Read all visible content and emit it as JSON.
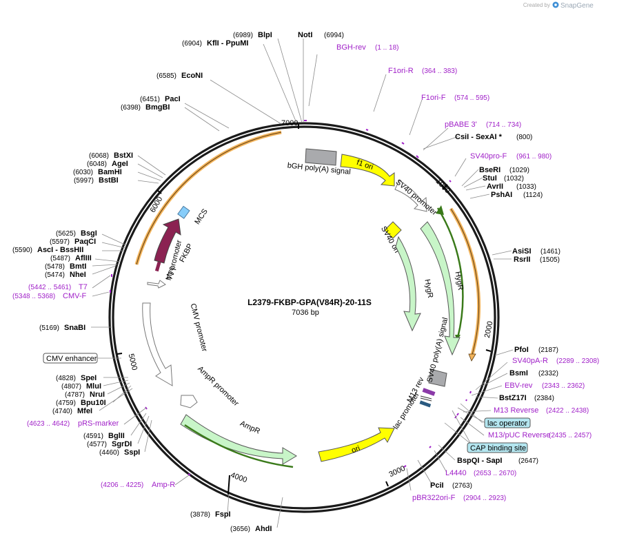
{
  "app": {
    "created_by": "Created by",
    "product": "SnapGene"
  },
  "plasmid": {
    "name": "L2379-FKBP-GPA(V84R)-20-11S",
    "length": "7036 bp"
  },
  "ticks": [
    "1000",
    "2000",
    "3000",
    "4000",
    "5000",
    "6000",
    "7000"
  ],
  "enzymes": [
    {
      "name": "NotI",
      "coord": "(6994)"
    },
    {
      "name": "BlpI",
      "coord": "(6989)"
    },
    {
      "name": "KflI - PpuMI",
      "coord": "(6904)"
    },
    {
      "name": "EcoNI",
      "coord": "(6585)"
    },
    {
      "name": "PacI",
      "coord": "(6451)"
    },
    {
      "name": "BmgBI",
      "coord": "(6398)"
    },
    {
      "name": "BstXI",
      "coord": "(6068)"
    },
    {
      "name": "AgeI",
      "coord": "(6048)"
    },
    {
      "name": "BamHI",
      "coord": "(6030)"
    },
    {
      "name": "BstBI",
      "coord": "(5997)"
    },
    {
      "name": "BsgI",
      "coord": "(5625)"
    },
    {
      "name": "PaqCI",
      "coord": "(5597)"
    },
    {
      "name": "AscI - BssHII",
      "coord": "(5590)"
    },
    {
      "name": "AflIII",
      "coord": "(5487)"
    },
    {
      "name": "BmtI",
      "coord": "(5478)"
    },
    {
      "name": "NheI",
      "coord": "(5474)"
    },
    {
      "name": "SnaBI",
      "coord": "(5169)"
    },
    {
      "name": "SpeI",
      "coord": "(4828)"
    },
    {
      "name": "MluI",
      "coord": "(4807)"
    },
    {
      "name": "NruI",
      "coord": "(4787)"
    },
    {
      "name": "Bpu10I",
      "coord": "(4759)"
    },
    {
      "name": "MfeI",
      "coord": "(4740)"
    },
    {
      "name": "BglII",
      "coord": "(4591)"
    },
    {
      "name": "SgrDI",
      "coord": "(4577)"
    },
    {
      "name": "SspI",
      "coord": "(4460)"
    },
    {
      "name": "FspI",
      "coord": "(3878)"
    },
    {
      "name": "AhdI",
      "coord": "(3656)"
    },
    {
      "name": "CsiI - SexAI *",
      "coord": "(800)"
    },
    {
      "name": "BseRI",
      "coord": "(1029)"
    },
    {
      "name": "StuI",
      "coord": "(1032)"
    },
    {
      "name": "AvrII",
      "coord": "(1033)"
    },
    {
      "name": "PshAI",
      "coord": "(1124)"
    },
    {
      "name": "AsiSI",
      "coord": "(1461)"
    },
    {
      "name": "RsrII",
      "coord": "(1505)"
    },
    {
      "name": "PfoI",
      "coord": "(2187)"
    },
    {
      "name": "BsmI",
      "coord": "(2332)"
    },
    {
      "name": "BstZ17I",
      "coord": "(2384)"
    },
    {
      "name": "BspQI - SapI",
      "coord": "(2647)"
    },
    {
      "name": "PciI",
      "coord": "(2763)"
    }
  ],
  "primers": [
    {
      "name": "BGH-rev",
      "coord": "(1 .. 18)"
    },
    {
      "name": "F1ori-R",
      "coord": "(364 .. 383)"
    },
    {
      "name": "F1ori-F",
      "coord": "(574 .. 595)"
    },
    {
      "name": "pBABE 3'",
      "coord": "(714 .. 734)"
    },
    {
      "name": "SV40pro-F",
      "coord": "(961 .. 980)"
    },
    {
      "name": "SV40pA-R",
      "coord": "(2289 .. 2308)"
    },
    {
      "name": "EBV-rev",
      "coord": "(2343 .. 2362)"
    },
    {
      "name": "M13 Reverse",
      "coord": "(2422 .. 2438)"
    },
    {
      "name": "M13/pUC Reverse",
      "coord": "(2435 .. 2457)"
    },
    {
      "name": "L4440",
      "coord": "(2653 .. 2670)"
    },
    {
      "name": "pBR322ori-F",
      "coord": "(2904 .. 2923)"
    },
    {
      "name": "Amp-R",
      "coord": "(4206 .. 4225)"
    },
    {
      "name": "pRS-marker",
      "coord": "(4623 .. 4642)"
    },
    {
      "name": "CMV-F",
      "coord": "(5348 .. 5368)"
    },
    {
      "name": "T7",
      "coord": "(5442 .. 5461)"
    }
  ],
  "boxed_labels": [
    "lac operator",
    "CAP binding site",
    "CMV enhancer"
  ],
  "features": [
    {
      "name": "bGH poly(A) signal"
    },
    {
      "name": "f1 ori"
    },
    {
      "name": "SV40 promoter"
    },
    {
      "name": "SV40 ori"
    },
    {
      "name": "HygR"
    },
    {
      "name": "HygR"
    },
    {
      "name": "SV40 poly(A) signal"
    },
    {
      "name": "M13 rev"
    },
    {
      "name": "lac promoter"
    },
    {
      "name": "ori"
    },
    {
      "name": "AmpR"
    },
    {
      "name": "AmpR promoter"
    },
    {
      "name": "CMV promoter"
    },
    {
      "name": "T7 promoter"
    },
    {
      "name": "Myc"
    },
    {
      "name": "FKBP"
    },
    {
      "name": "MCS"
    }
  ],
  "colors": {
    "primer": "#a020c8",
    "ring": "#1a1a1a",
    "yellow": "#ffff00",
    "green": "#c8f5c8",
    "gray": "#a9aaad",
    "purple": "#8b2252",
    "blue": "#87cdfa",
    "orange": "#f2b35a",
    "lightblue": "#b4e6f0"
  }
}
